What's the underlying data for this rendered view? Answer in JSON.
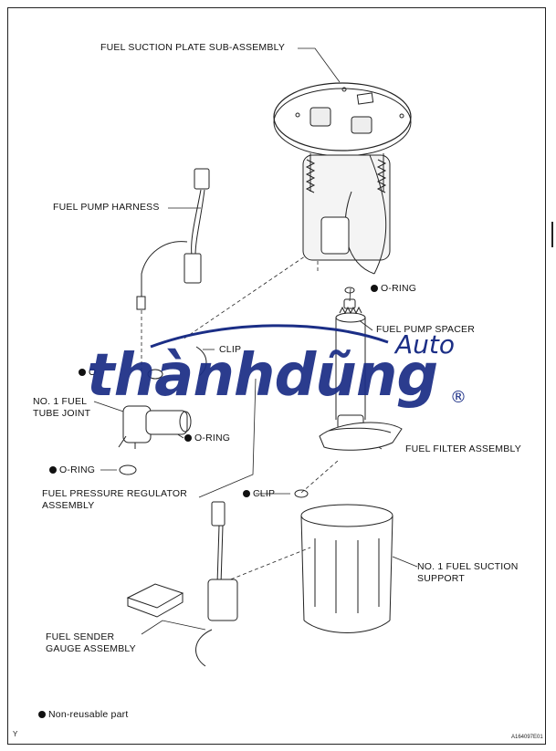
{
  "labels": {
    "fuel_suction_plate": "FUEL SUCTION PLATE SUB-ASSEMBLY",
    "fuel_pump_harness": "FUEL PUMP HARNESS",
    "o_ring_top": "O-RING",
    "fuel_pump_spacer": "FUEL PUMP SPACER",
    "clip_upper": "CLIP",
    "o_ring_left_partial": "O",
    "no1_fuel_tube_joint": "NO. 1 FUEL\nTUBE JOINT",
    "o_ring_middle": "O-RING",
    "fuel_filter_assembly": "FUEL FILTER ASSEMBLY",
    "o_ring_lower": "O-RING",
    "fuel_pressure_regulator": "FUEL PRESSURE REGULATOR\nASSEMBLY",
    "clip_lower": "CLIP",
    "no1_fuel_suction_support": "NO. 1 FUEL SUCTION\nSUPPORT",
    "fuel_sender_gauge": "FUEL SENDER\nGAUGE ASSEMBLY",
    "legend_non_reusable": "Non-reusable part",
    "corner_y": "Y",
    "figure_code": "A164097E01"
  },
  "watermark": {
    "main": "thànhdũng",
    "sub": "Auto",
    "reg": "®",
    "color": "#1b2e86"
  }
}
